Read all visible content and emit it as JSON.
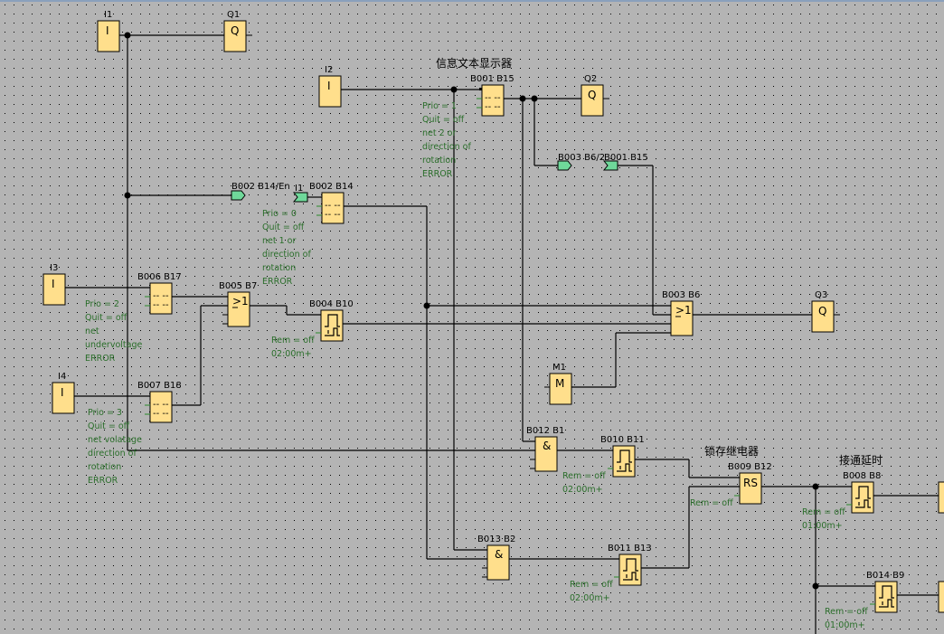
{
  "diagram": {
    "grid_color": "#000000",
    "background": "#b4b4b4",
    "block_color": "#ffdf8c",
    "connector_color": "#6fd89a",
    "param_color": "#2a6e2a",
    "section_titles": {
      "message_display": "信息文本显示器",
      "latching_relay": "锁存继电器",
      "on_delay": "接通延时"
    },
    "blocks": {
      "I1": {
        "label": "I1",
        "symbol": "I",
        "type": "input"
      },
      "Q1": {
        "label": "Q1",
        "symbol": "Q",
        "type": "output"
      },
      "I2": {
        "label": "I2",
        "symbol": "I",
        "type": "input"
      },
      "Q2": {
        "label": "Q2",
        "symbol": "Q",
        "type": "output"
      },
      "I3": {
        "label": "I3",
        "symbol": "I",
        "type": "input"
      },
      "I4": {
        "label": "I4",
        "symbol": "I",
        "type": "input"
      },
      "Q3": {
        "label": "Q3",
        "symbol": "Q",
        "type": "output"
      },
      "M1": {
        "label": "M1",
        "symbol": "M",
        "type": "flag"
      },
      "B001": {
        "label": "B001 B15",
        "symbol": "-- --",
        "type": "message-text"
      },
      "B002": {
        "label": "B002 B14",
        "symbol": "-- --",
        "type": "message-text"
      },
      "B003": {
        "label": "B003 B6",
        "symbol": "≥1",
        "type": "or"
      },
      "B004": {
        "label": "B004 B10",
        "symbol": "pulse",
        "type": "timer"
      },
      "B005": {
        "label": "B005 B7",
        "symbol": "≥1",
        "type": "or"
      },
      "B006": {
        "label": "B006 B17",
        "symbol": "-- --",
        "type": "message-text"
      },
      "B007": {
        "label": "B007 B18",
        "symbol": "-- --",
        "type": "message-text"
      },
      "B008": {
        "label": "B008 B8",
        "symbol": "pulse",
        "type": "timer"
      },
      "B009": {
        "label": "B009 B12",
        "symbol": "RS",
        "type": "latch"
      },
      "B010": {
        "label": "B010 B11",
        "symbol": "pulse",
        "type": "timer"
      },
      "B011": {
        "label": "B011 B13",
        "symbol": "pulse",
        "type": "timer"
      },
      "B012": {
        "label": "B012 B1",
        "symbol": "&",
        "type": "and"
      },
      "B013": {
        "label": "B013 B2",
        "symbol": "&",
        "type": "and"
      },
      "B014": {
        "label": "B014 B9",
        "symbol": "pulse",
        "type": "timer"
      }
    },
    "connectors": {
      "c1": {
        "label": "B002 B14/En"
      },
      "c2": {
        "label": "I1"
      },
      "c3": {
        "label": "B003 B6/2"
      },
      "c4": {
        "label": "B001 B15"
      }
    },
    "params": {
      "B001": [
        "Prio = 1",
        "Quit = off",
        "net 2 or",
        "direction of",
        "rotation",
        "ERROR"
      ],
      "B002": [
        "Prio = 0",
        "Quit = off",
        "net 1 or",
        "direction of",
        "rotation",
        "ERROR"
      ],
      "B006": [
        "Prio = 2",
        "Quit = off",
        "net",
        "undervoltage",
        "ERROR"
      ],
      "B007": [
        "Prio = 3",
        "Quit = off",
        "net volatage",
        "direction of",
        "rotation",
        "ERROR"
      ],
      "B004": [
        "Rem = off",
        "02:00m+"
      ],
      "B010": [
        "Rem = off",
        "02:00m+"
      ],
      "B009": [
        "Rem = off"
      ],
      "B008": [
        "Rem = off",
        "01:00m+"
      ],
      "B011": [
        "Rem = off",
        "02:00m+"
      ],
      "B014": [
        "Rem = off",
        "01:00m+"
      ]
    }
  }
}
